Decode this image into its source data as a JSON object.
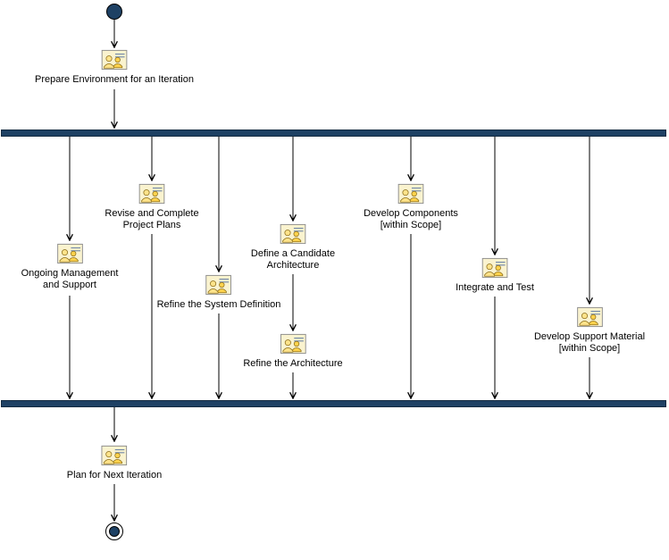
{
  "diagram": {
    "type": "uml-activity-diagram",
    "icon_name": "team-activity-icon",
    "colors": {
      "background": "#ffffff",
      "sync_bar": "#1e4164",
      "start_node": "#1e4164",
      "end_node": "#1e4164",
      "edge": "#000000",
      "icon_panel": "#faf3cf",
      "icon_person": "#ffd24d"
    }
  },
  "nodes": {
    "prepare": {
      "label": "Prepare Environment for an Iteration"
    },
    "ongoing": {
      "label": "Ongoing Management and Support"
    },
    "revise": {
      "label": "Revise and Complete Project Plans"
    },
    "refine_system": {
      "label": "Refine the System Definition"
    },
    "define_architecture": {
      "label": "Define a Candidate Architecture"
    },
    "refine_architecture": {
      "label": "Refine the Architecture"
    },
    "develop_components": {
      "label": "Develop Components [within Scope]"
    },
    "integrate_test": {
      "label": "Integrate and Test"
    },
    "develop_support": {
      "label": "Develop Support Material [within Scope]"
    },
    "plan_next": {
      "label": "Plan for Next Iteration"
    }
  }
}
